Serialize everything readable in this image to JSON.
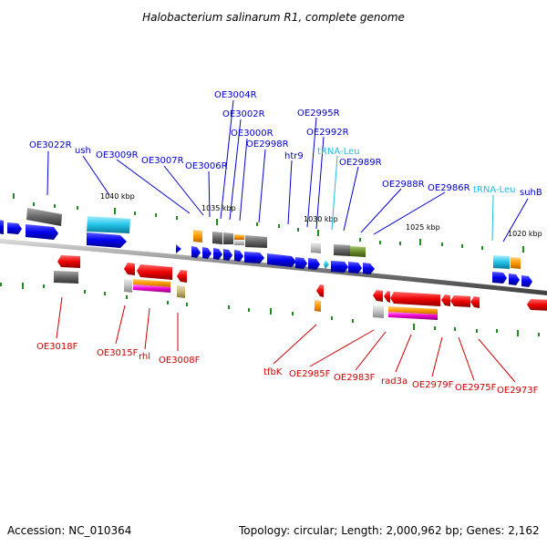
{
  "title": "Halobacterium salinarum R1, complete genome",
  "footer": {
    "accession": "Accession: NC_010364",
    "topology": "Topology: circular; Length: 2,000,962 bp; Genes: 2,162"
  },
  "colors": {
    "reverse_label": "#0000cc",
    "forward_label": "#cc0000",
    "trna_label": "#22bbdd",
    "backbone": "#808080",
    "tick": "#228822"
  },
  "scale_labels": [
    "1040 kbp",
    "1035 kbp",
    "1030 kbp",
    "1025 kbp",
    "1020 kbp"
  ],
  "reverse_labels": [
    "OE3022R",
    "ush",
    "OE3009R",
    "OE3007R",
    "OE3006R",
    "OE3004R",
    "OE3002R",
    "OE3000R",
    "OE2998R",
    "htr9",
    "OE2995R",
    "OE2992R",
    "OE2989R",
    "OE2988R",
    "OE2986R",
    "suhB"
  ],
  "trna_labels": [
    "tRNA-Leu",
    "tRNA-Leu"
  ],
  "forward_labels": [
    "OE3018F",
    "OE3015F",
    "rhl",
    "OE3008F",
    "tfbK",
    "OE2985F",
    "OE2983F",
    "rad3a",
    "OE2979F",
    "OE2975F",
    "OE2973F"
  ]
}
